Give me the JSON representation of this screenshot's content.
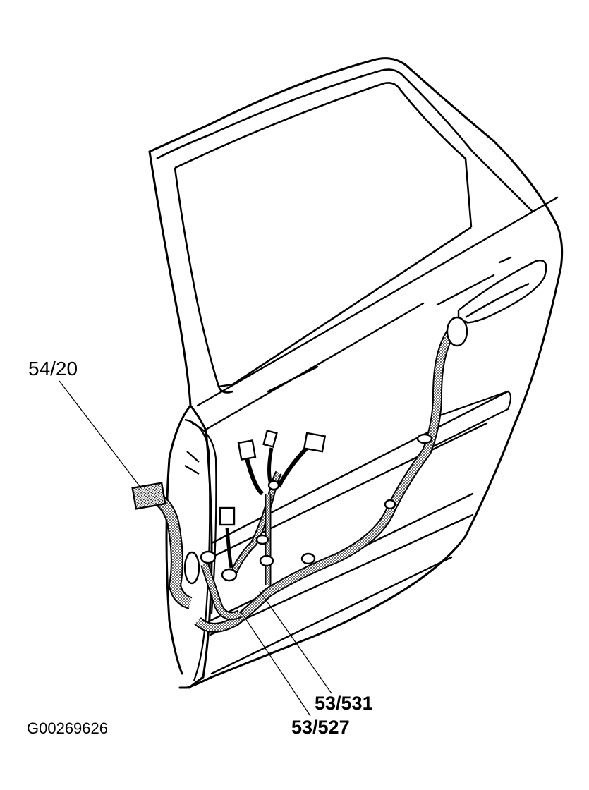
{
  "diagram": {
    "figure_id": "G00269626",
    "callouts": [
      {
        "id": "54/20",
        "text": "54/20"
      },
      {
        "id": "53/531",
        "text": "53/531"
      },
      {
        "id": "53/527",
        "text": "53/527"
      }
    ],
    "colors": {
      "line": "#000000",
      "background": "#ffffff",
      "harness_fill": "#8a8a8a"
    }
  }
}
